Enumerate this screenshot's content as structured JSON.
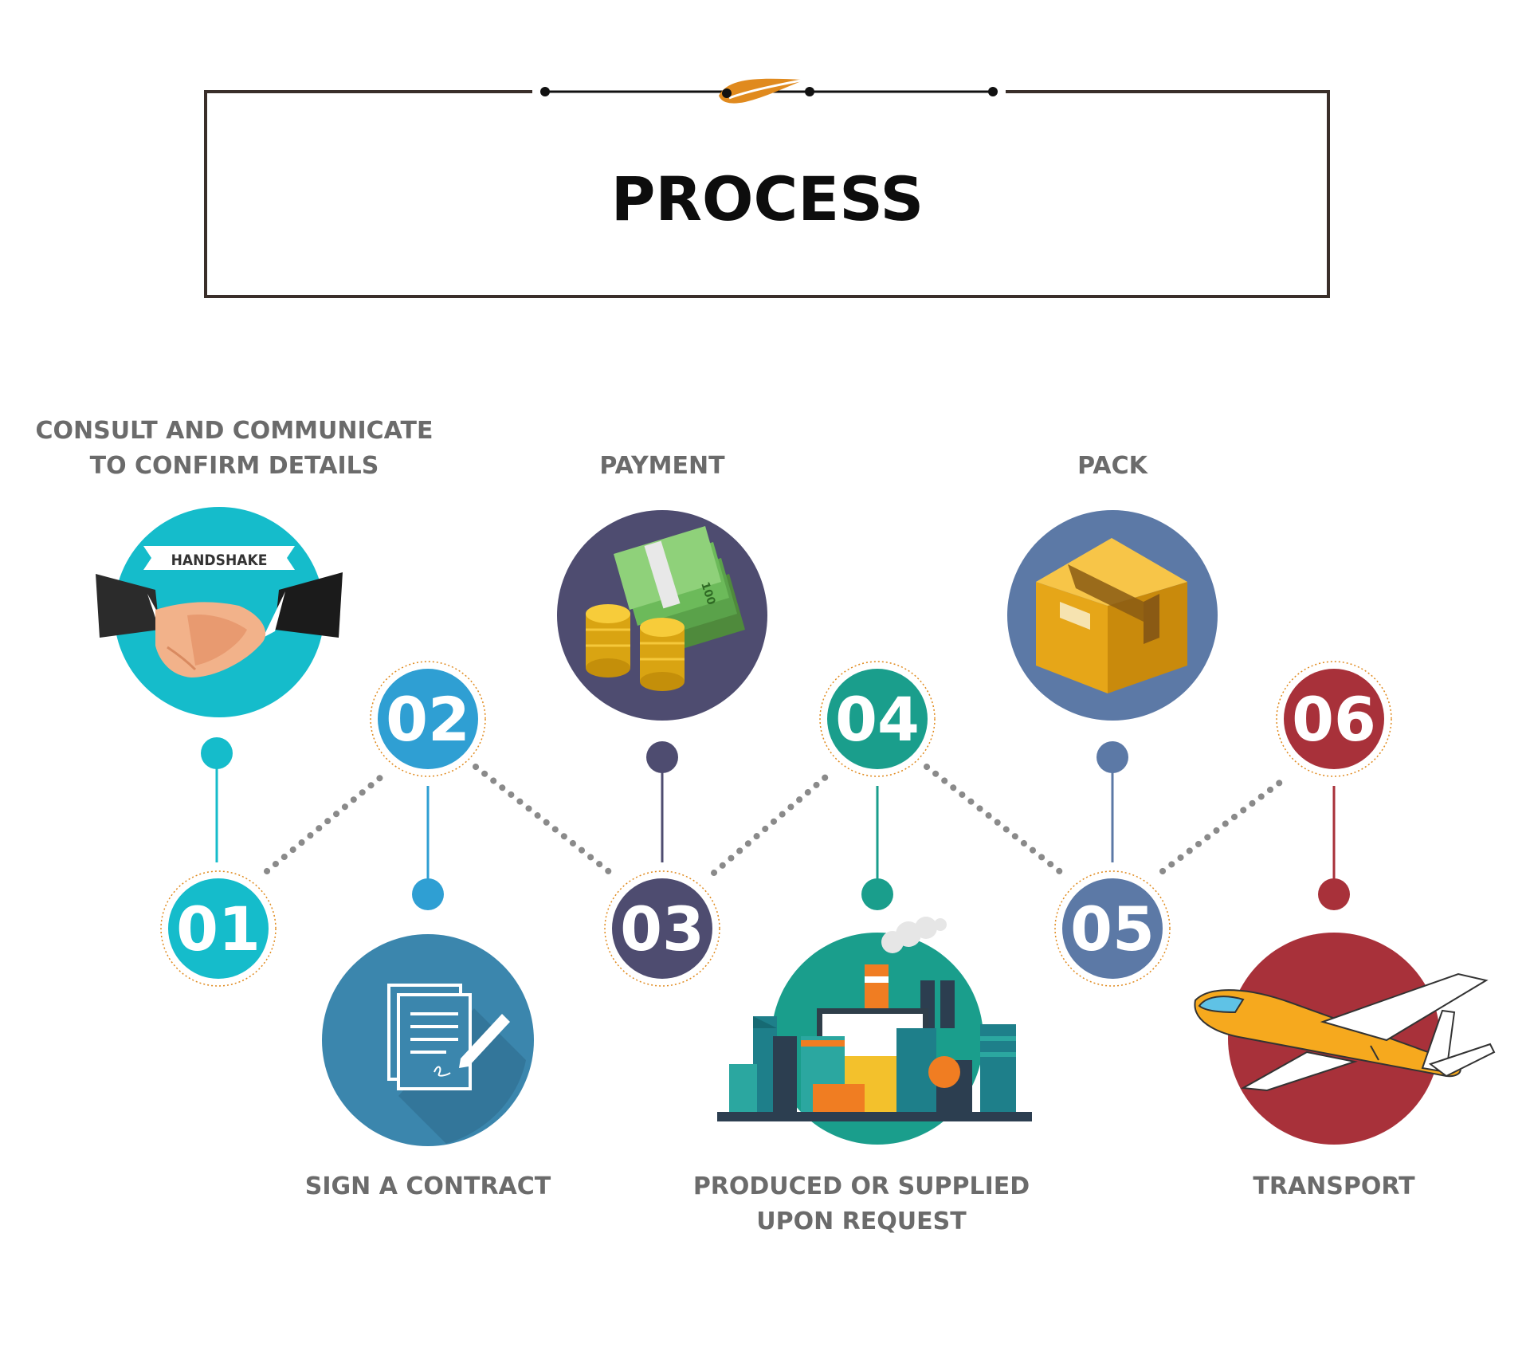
{
  "title": "PROCESS",
  "handshake_banner": "HANDSHAKE",
  "money_note_text": "100",
  "colors": {
    "frame": "#3a2f2a",
    "ornament": "#e08a1e",
    "dots": "#8a8a8a",
    "label_text": "#6b6b6b"
  },
  "steps": [
    {
      "number": "01",
      "label_lines": [
        "CONSULT AND COMMUNICATE",
        "TO CONFIRM DETAILS"
      ],
      "color": "#15bccb",
      "icon": "handshake-icon"
    },
    {
      "number": "02",
      "label_lines": [
        "SIGN A CONTRACT"
      ],
      "color": "#2f9fd3",
      "icon": "contract-icon"
    },
    {
      "number": "03",
      "label_lines": [
        "PAYMENT"
      ],
      "color": "#4e4c70",
      "icon": "money-icon"
    },
    {
      "number": "04",
      "label_lines": [
        "PRODUCED OR SUPPLIED",
        "UPON REQUEST"
      ],
      "color": "#1a9e8c",
      "icon": "factory-icon"
    },
    {
      "number": "05",
      "label_lines": [
        "PACK"
      ],
      "color": "#5c79a6",
      "icon": "package-icon"
    },
    {
      "number": "06",
      "label_lines": [
        "TRANSPORT"
      ],
      "color": "#a8313a",
      "icon": "airplane-icon"
    }
  ]
}
